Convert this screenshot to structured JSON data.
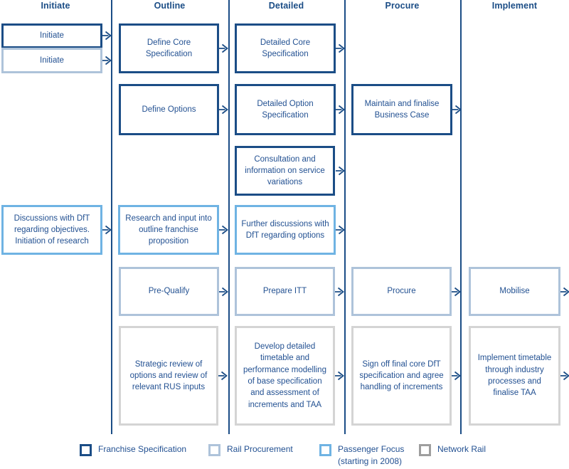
{
  "columns": [
    {
      "label": "Initiate"
    },
    {
      "label": "Outline"
    },
    {
      "label": "Detailed"
    },
    {
      "label": "Procure"
    },
    {
      "label": "Implement"
    }
  ],
  "boxes": {
    "initiate_1": {
      "text": "Initiate",
      "category": "Franchise Specification"
    },
    "initiate_2": {
      "text": "Initiate",
      "category": "Rail Procurement"
    },
    "define_core": {
      "text": "Define Core Specification",
      "category": "Franchise Specification"
    },
    "detailed_core": {
      "text": "Detailed Core Specification",
      "category": "Franchise Specification"
    },
    "define_options": {
      "text": "Define Options",
      "category": "Franchise Specification"
    },
    "detailed_option": {
      "text": "Detailed Option Specification",
      "category": "Franchise Specification"
    },
    "maintain_finalise": {
      "text": "Maintain and finalise Business Case",
      "category": "Franchise Specification"
    },
    "consultation": {
      "text": "Consultation and information on service variations",
      "category": "Franchise Specification"
    },
    "discussions_dft": {
      "text": "Discussions with DfT regarding objectives. Initiation of research",
      "category": "Passenger Focus"
    },
    "research_input": {
      "text": "Research and input into outline franchise proposition",
      "category": "Passenger Focus"
    },
    "further_discussions": {
      "text": "Further discussions with DfT regarding options",
      "category": "Passenger Focus"
    },
    "pre_qualify": {
      "text": "Pre-Qualify",
      "category": "Rail Procurement"
    },
    "prepare_itt": {
      "text": "Prepare ITT",
      "category": "Rail Procurement"
    },
    "procure": {
      "text": "Procure",
      "category": "Rail Procurement"
    },
    "mobilise": {
      "text": "Mobilise",
      "category": "Rail Procurement"
    },
    "strategic_review": {
      "text": "Strategic review of options and review of relevant RUS inputs",
      "category": "Network Rail"
    },
    "develop_detailed": {
      "text": "Develop detailed timetable and performance modelling of base specification and assessment of increments and TAA",
      "category": "Network Rail"
    },
    "sign_off": {
      "text": "Sign off final core DfT specification and agree handling of increments",
      "category": "Network Rail"
    },
    "implement_timetable": {
      "text": "Implement timetable through industry processes and finalise TAA",
      "category": "Network Rail"
    }
  },
  "legend": {
    "items": [
      {
        "label": "Franchise Specification",
        "color": "#1B4D86"
      },
      {
        "label": "Rail Procurement",
        "color": "#AEC3DA"
      },
      {
        "label": "Passenger Focus",
        "label2": "(starting in 2008)",
        "color": "#6FB3E3"
      },
      {
        "label": "Network Rail",
        "color": "#9E9E9E"
      }
    ]
  },
  "colors": {
    "franchise_specification": "#1B4D86",
    "rail_procurement": "#AEC3DA",
    "passenger_focus": "#6FB3E3",
    "network_rail": "#D4D4D4",
    "text": "#235192",
    "line": "#1B4D86"
  }
}
